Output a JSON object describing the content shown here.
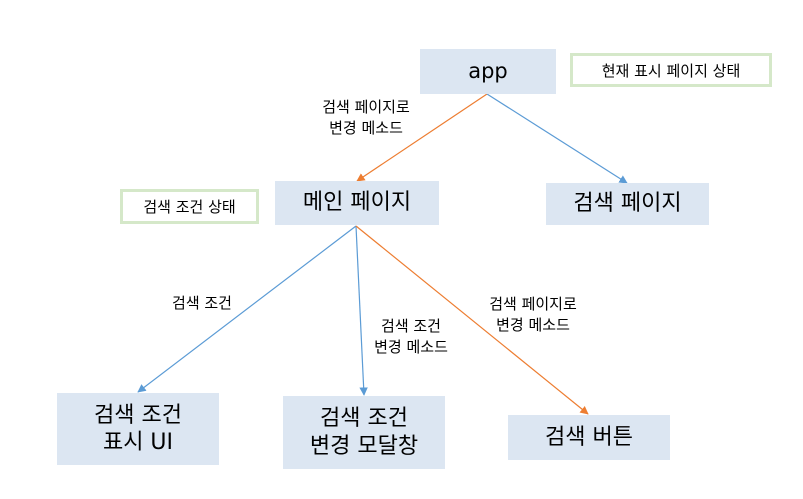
{
  "colors": {
    "node_fill": "#dce6f2",
    "note_border": "#d5e8c9",
    "edge_blue": "#5b9bd5",
    "edge_orange": "#ed7d31"
  },
  "nodes": {
    "app": {
      "label": "app"
    },
    "main_page": {
      "label": "메인 페이지"
    },
    "search_page": {
      "label": "검색 페이지"
    },
    "search_condition_ui": {
      "line1": "검색 조건",
      "line2": "표시 UI"
    },
    "search_condition_modal": {
      "line1": "검색 조건",
      "line2": "변경 모달창"
    },
    "search_button": {
      "label": "검색 버튼"
    }
  },
  "notes": {
    "app_state": "현재 표시 페이지 상태",
    "main_state": "검색 조건 상태"
  },
  "edges": [
    {
      "from": "app",
      "to": "main_page",
      "color": "orange",
      "label": {
        "line1": "검색 페이지로",
        "line2": "변경 메소드"
      }
    },
    {
      "from": "app",
      "to": "search_page",
      "color": "blue"
    },
    {
      "from": "main_page",
      "to": "search_condition_ui",
      "color": "blue",
      "label": {
        "line1": "검색 조건"
      }
    },
    {
      "from": "main_page",
      "to": "search_condition_modal",
      "color": "blue",
      "label": {
        "line1": "검색 조건",
        "line2": "변경 메소드"
      }
    },
    {
      "from": "main_page",
      "to": "search_button",
      "color": "orange",
      "label": {
        "line1": "검색 페이지로",
        "line2": "변경 메소드"
      }
    }
  ]
}
